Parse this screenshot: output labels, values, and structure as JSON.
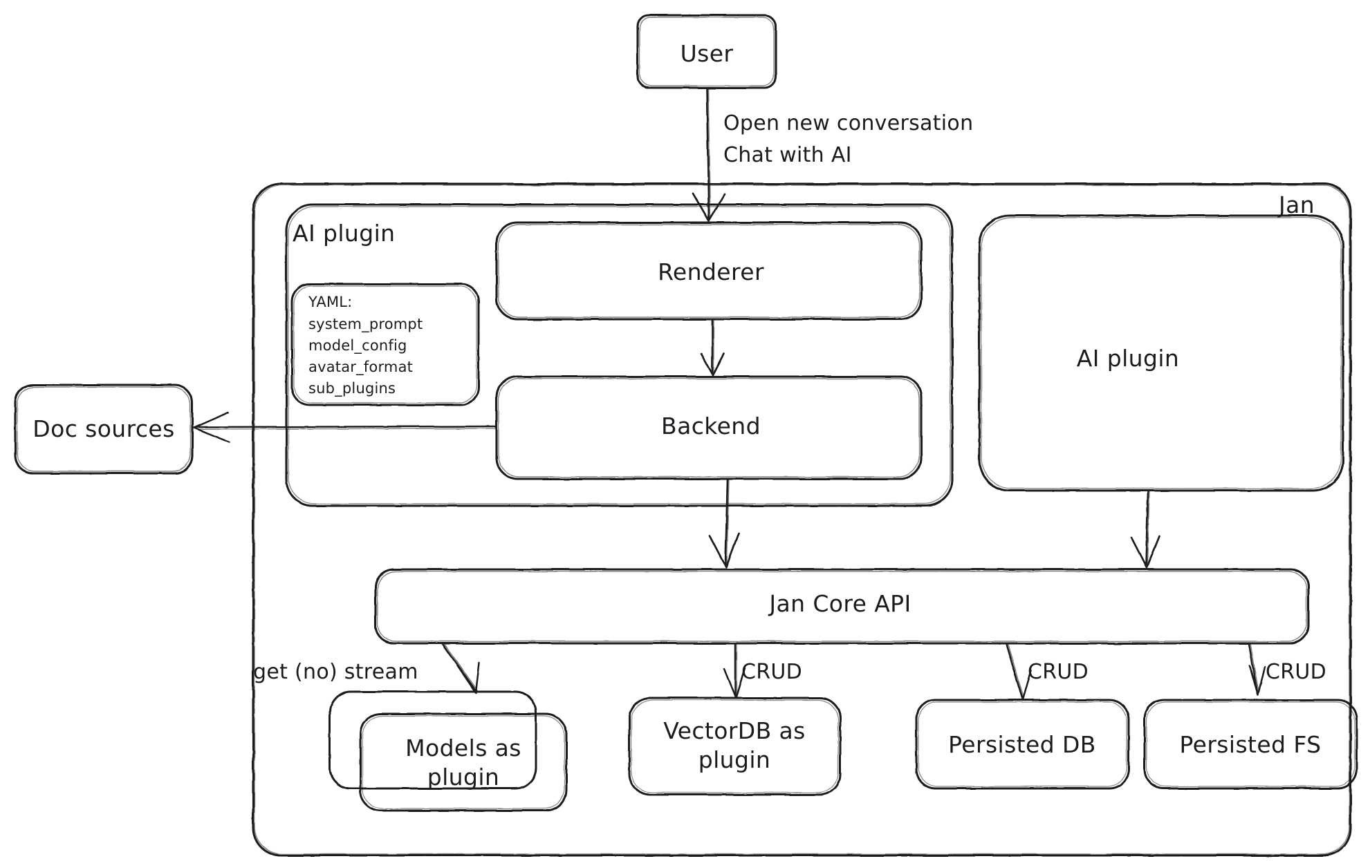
{
  "diagram": {
    "title_group": "Jan",
    "nodes": {
      "user": "User",
      "renderer": "Renderer",
      "backend": "Backend",
      "ai_plugin_group": "AI plugin",
      "ai_plugin_box": "AI plugin",
      "doc_sources": "Doc sources",
      "jan_core_api": "Jan Core API",
      "models_plugin_line1": "Models as",
      "models_plugin_line2": "plugin",
      "vectordb_line1": "VectorDB as",
      "vectordb_line2": "plugin",
      "persisted_db": "Persisted DB",
      "persisted_fs": "Persisted FS"
    },
    "yaml_card": {
      "heading": "YAML:",
      "keys": [
        "system_prompt",
        "model_config",
        "avatar_format",
        "sub_plugins"
      ]
    },
    "edge_labels": {
      "user_to_renderer_line1": "Open new conversation",
      "user_to_renderer_line2": "Chat with AI",
      "core_to_models": "get (no) stream",
      "core_to_vectordb": "CRUD",
      "core_to_persisted_db": "CRUD",
      "core_to_persisted_fs": "CRUD"
    },
    "colors": {
      "stroke": "#1b1b1f",
      "background": "#ffffff",
      "text": "#1b1b1f"
    }
  }
}
